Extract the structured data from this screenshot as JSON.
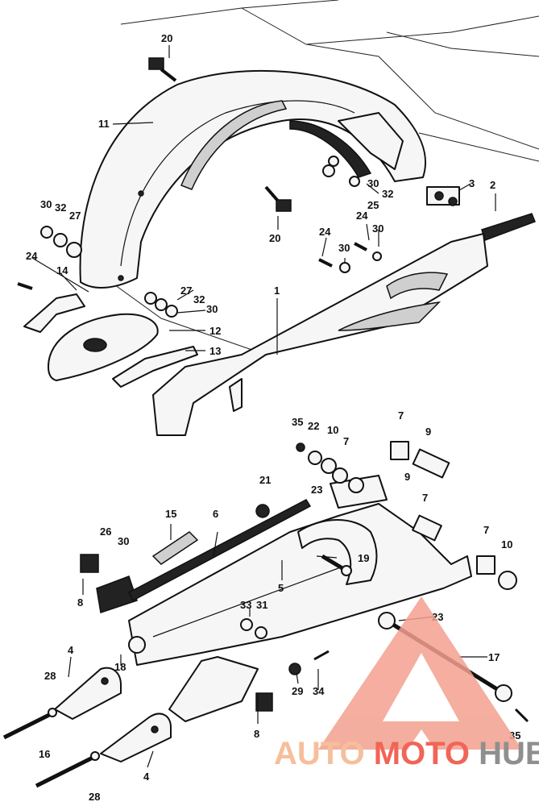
{
  "watermark": {
    "part1": "AUTO",
    "part2": "MOTO",
    "part3": "HUB",
    "color1": "#f5b48a",
    "color2": "#ef4b3b",
    "color3": "#7c7c7c",
    "triangle_color": "#f3a08f"
  },
  "labels": {
    "l1": "1",
    "l2": "2",
    "l3": "3",
    "l4a": "4",
    "l4b": "4",
    "l5": "5",
    "l6": "6",
    "l7a": "7",
    "l7b": "7",
    "l7c": "7",
    "l7d": "7",
    "l8a": "8",
    "l8b": "8",
    "l9a": "9",
    "l9b": "9",
    "l10a": "10",
    "l10b": "10",
    "l11": "11",
    "l12": "12",
    "l13": "13",
    "l14": "14",
    "l15": "15",
    "l16": "16",
    "l17": "17",
    "l18": "18",
    "l19": "19",
    "l20a": "20",
    "l20b": "20",
    "l21": "21",
    "l22": "22",
    "l23a": "23",
    "l23b": "23",
    "l24a": "24",
    "l24b": "24",
    "l24c": "24",
    "l25": "25",
    "l26": "26",
    "l27a": "27",
    "l27b": "27",
    "l28a": "28",
    "l28b": "28",
    "l29": "29",
    "l30a": "30",
    "l30b": "30",
    "l30c": "30",
    "l30d": "30",
    "l30e": "30",
    "l30f": "30",
    "l31": "31",
    "l32a": "32",
    "l32b": "32",
    "l32c": "32",
    "l33": "33",
    "l34": "34",
    "l35a": "35",
    "l35b": "35"
  }
}
